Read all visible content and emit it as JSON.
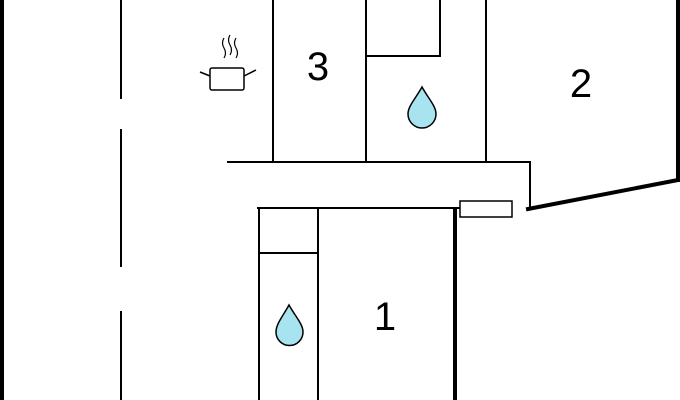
{
  "floorplan": {
    "rooms": [
      {
        "id": "room-1",
        "label": "1"
      },
      {
        "id": "room-2",
        "label": "2"
      },
      {
        "id": "room-3",
        "label": "3"
      }
    ],
    "icons": {
      "kitchen": "cooking-pot-icon",
      "bathroom": "water-drop-icon"
    },
    "colors": {
      "line": "#000000",
      "water": "#a8e4ef"
    }
  }
}
